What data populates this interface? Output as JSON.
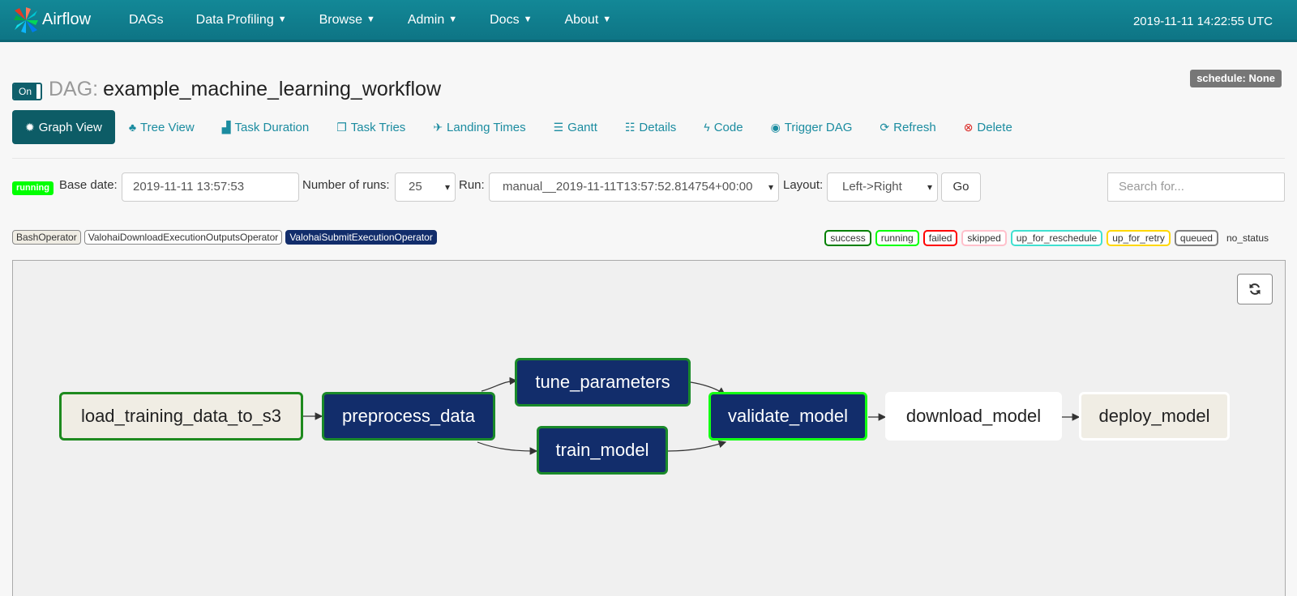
{
  "navbar": {
    "brand": "Airflow",
    "items": [
      {
        "label": "DAGs",
        "dropdown": false
      },
      {
        "label": "Data Profiling",
        "dropdown": true
      },
      {
        "label": "Browse",
        "dropdown": true
      },
      {
        "label": "Admin",
        "dropdown": true
      },
      {
        "label": "Docs",
        "dropdown": true
      },
      {
        "label": "About",
        "dropdown": true
      }
    ],
    "time": "2019-11-11 14:22:55 UTC"
  },
  "header": {
    "toggle_label": "On",
    "dag_label": "DAG:",
    "dag_name": "example_machine_learning_workflow",
    "schedule": "schedule: None"
  },
  "tabs": [
    {
      "label": "Graph View",
      "icon": "asterisk-icon"
    },
    {
      "label": "Tree View",
      "icon": "tree-icon"
    },
    {
      "label": "Task Duration",
      "icon": "bar-chart-icon"
    },
    {
      "label": "Task Tries",
      "icon": "copy-icon"
    },
    {
      "label": "Landing Times",
      "icon": "plane-icon"
    },
    {
      "label": "Gantt",
      "icon": "align-left-icon"
    },
    {
      "label": "Details",
      "icon": "list-icon"
    },
    {
      "label": "Code",
      "icon": "flash-icon"
    },
    {
      "label": "Trigger DAG",
      "icon": "play-circle-icon"
    },
    {
      "label": "Refresh",
      "icon": "refresh-icon"
    },
    {
      "label": "Delete",
      "icon": "remove-circle-icon"
    }
  ],
  "form": {
    "state": "running",
    "base_date_label": "Base date:",
    "base_date": "2019-11-11 13:57:53",
    "num_runs_label": "Number of runs:",
    "num_runs": "25",
    "run_label": "Run:",
    "run": "manual__2019-11-11T13:57:52.814754+00:00",
    "layout_label": "Layout:",
    "layout": "Left->Right",
    "go": "Go",
    "search_placeholder": "Search for..."
  },
  "operators": [
    {
      "label": "BashOperator",
      "bg": "#f0ede4",
      "color": "#333"
    },
    {
      "label": "ValohaiDownloadExecutionOutputsOperator",
      "bg": "#ffffff",
      "color": "#333"
    },
    {
      "label": "ValohaiSubmitExecutionOperator",
      "bg": "#122d6b",
      "color": "#ffffff"
    }
  ],
  "statuses": [
    {
      "label": "success",
      "color": "#008000"
    },
    {
      "label": "running",
      "color": "#00ff00"
    },
    {
      "label": "failed",
      "color": "#ff0000"
    },
    {
      "label": "skipped",
      "color": "#ffc0cb"
    },
    {
      "label": "up_for_reschedule",
      "color": "#40e0d0"
    },
    {
      "label": "up_for_retry",
      "color": "#ffd700"
    },
    {
      "label": "queued",
      "color": "#808080"
    }
  ],
  "no_status": "no_status",
  "graph": {
    "nodes": [
      {
        "id": "load_training_data_to_s3",
        "label": "load_training_data_to_s3"
      },
      {
        "id": "preprocess_data",
        "label": "preprocess_data"
      },
      {
        "id": "tune_parameters",
        "label": "tune_parameters"
      },
      {
        "id": "train_model",
        "label": "train_model"
      },
      {
        "id": "validate_model",
        "label": "validate_model"
      },
      {
        "id": "download_model",
        "label": "download_model"
      },
      {
        "id": "deploy_model",
        "label": "deploy_model"
      }
    ]
  }
}
